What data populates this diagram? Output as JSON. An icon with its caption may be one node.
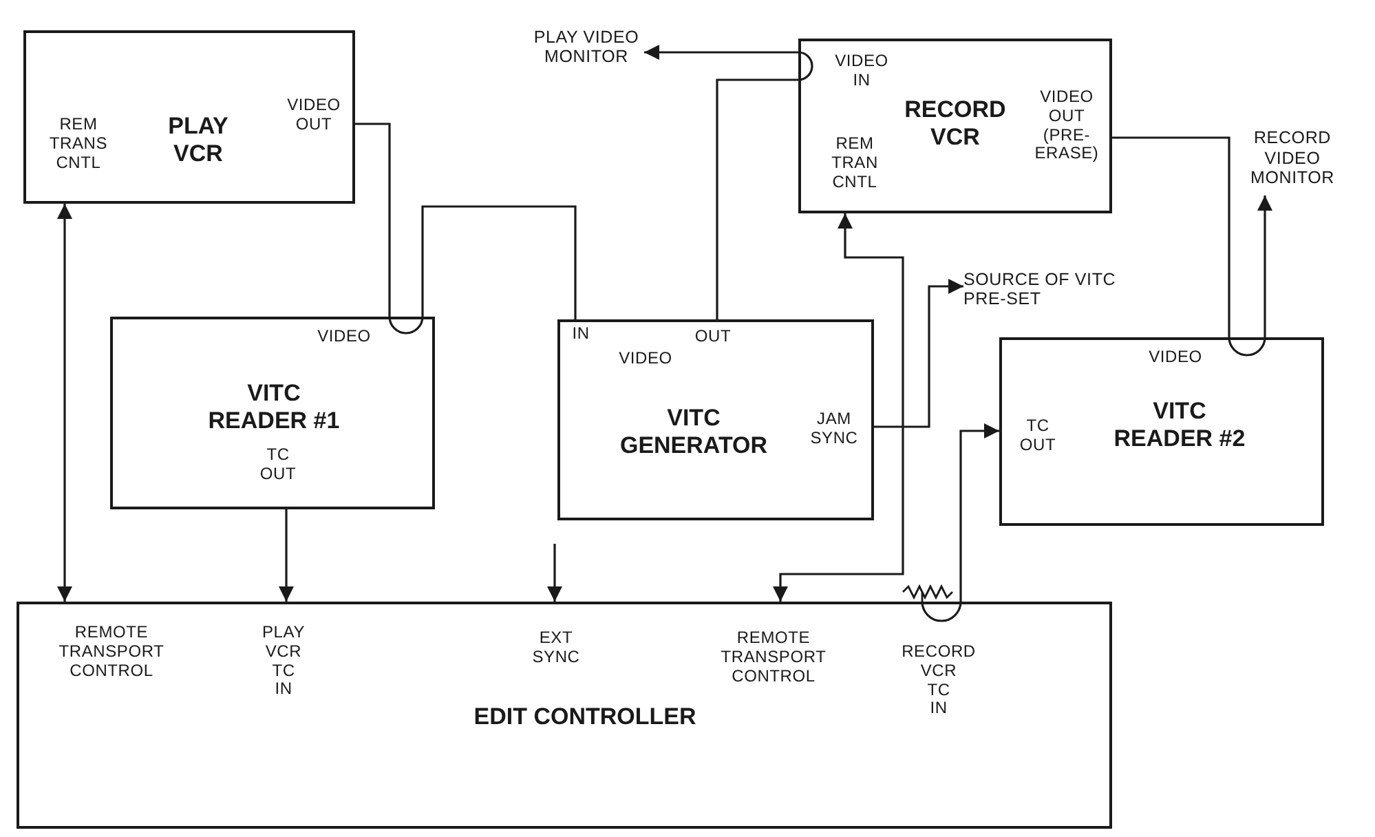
{
  "diagram": {
    "nodes": [
      {
        "text": [
          "PLAY VCR",
          "VIDEO OUT",
          "REM TRANS CNTL"
        ]
      },
      {
        "text": [
          "PLAY VIDEO MONITOR"
        ]
      },
      {
        "text": [
          "VIDEO IN",
          "RECORD VCR",
          "VIDEO OUT (PRE-ERASE)",
          "REM TRAN CNTL"
        ]
      },
      {
        "text": [
          "RECORD VIDEO MONITOR"
        ]
      },
      {
        "text": [
          "VIDEO",
          "VITC READER #1",
          "TC OUT"
        ]
      },
      {
        "text": [
          "IN",
          "OUT",
          "VIDEO",
          "VITC GENERATOR",
          "JAM SYNC"
        ]
      },
      {
        "text": [
          "SOURCE OF VITC PRE-SET"
        ]
      },
      {
        "text": [
          "VIDEO",
          "TC OUT",
          "VITC READER #2"
        ]
      },
      {
        "text": [
          "REMOTE TRANSPORT CONTROL",
          "PLAY VCR TC IN",
          "EXT SYNC",
          "REMOTE TRANSPORT CONTROL",
          "RECORD VCR TC IN",
          "EDIT CONTROLLER"
        ]
      }
    ],
    "edges": [
      {
        "from": 0,
        "to": 4,
        "arrow": "none"
      },
      {
        "from": 4,
        "to": 5,
        "arrow": "none"
      },
      {
        "from": 5,
        "to": 2,
        "arrow": "none"
      },
      {
        "from": 2,
        "to": 1,
        "arrow": "to"
      },
      {
        "from": 2,
        "to": 7,
        "arrow": "none"
      },
      {
        "from": 7,
        "to": 3,
        "arrow": "to"
      },
      {
        "from": 0,
        "to": 8,
        "arrow": "both"
      },
      {
        "from": 4,
        "to": 8,
        "arrow": "to"
      },
      {
        "from": null,
        "to": 8,
        "arrow": "to"
      },
      {
        "from": 2,
        "to": 8,
        "arrow": "both"
      },
      {
        "from": 5,
        "to": 6,
        "arrow": "to"
      },
      {
        "from": 8,
        "to": 7,
        "arrow": "to"
      }
    ]
  }
}
